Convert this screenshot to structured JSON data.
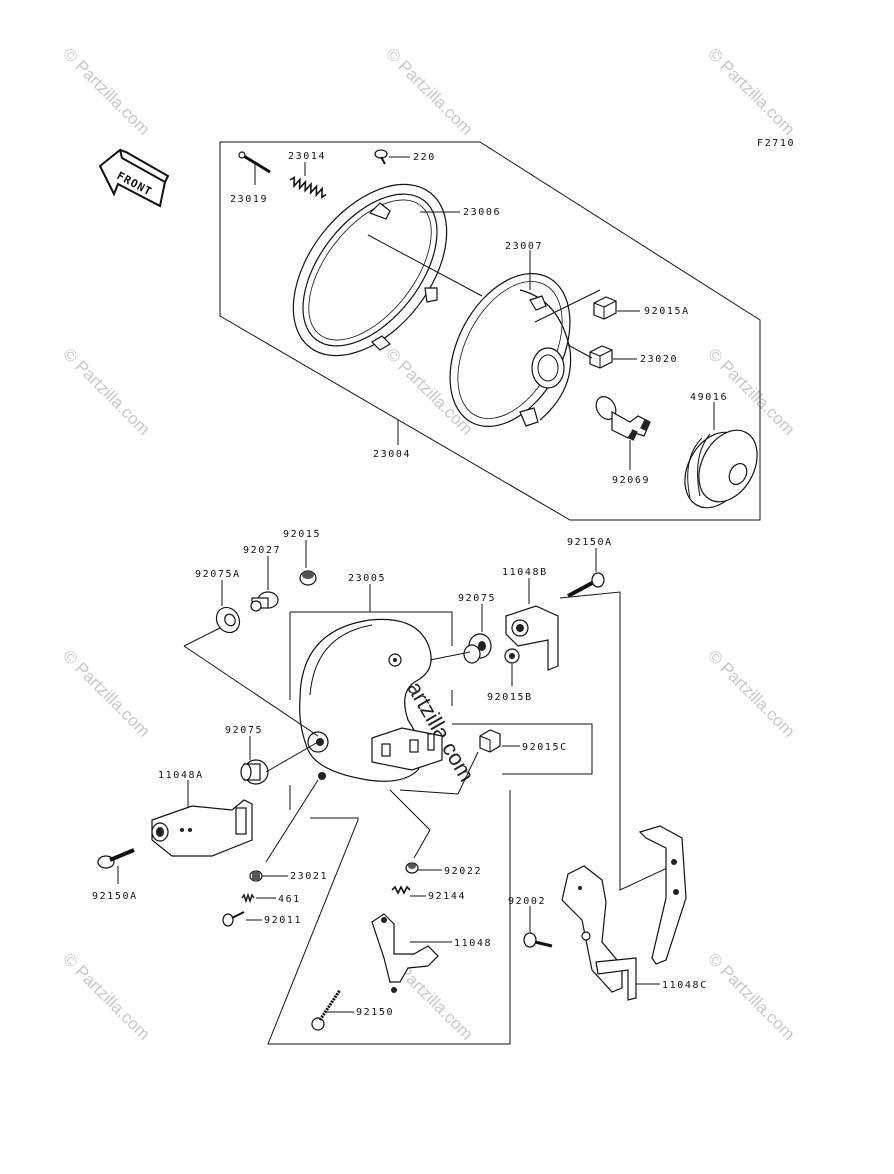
{
  "figure_code": "F2710",
  "front_label": "FRONT",
  "watermark_text": "© Partzilla.com",
  "labels": {
    "p23014": "23014",
    "p220": "220",
    "p23019": "23019",
    "p23006": "23006",
    "p23007": "23007",
    "p92015A": "92015A",
    "p23020": "23020",
    "p49016": "49016",
    "p23004": "23004",
    "p92069": "92069",
    "p92015": "92015",
    "p92027": "92027",
    "p92075A": "92075A",
    "p23005": "23005",
    "p92150A_top": "92150A",
    "p11048B": "11048B",
    "p92075_r": "92075",
    "p92015B": "92015B",
    "p92015C": "92015C",
    "p92075_l": "92075",
    "p11048A": "11048A",
    "p92150A_l": "92150A",
    "p23021": "23021",
    "p461": "461",
    "p92011": "92011",
    "p92022": "92022",
    "p92144": "92144",
    "p11048": "11048",
    "p92150": "92150",
    "p92002": "92002",
    "p11048C": "11048C"
  }
}
